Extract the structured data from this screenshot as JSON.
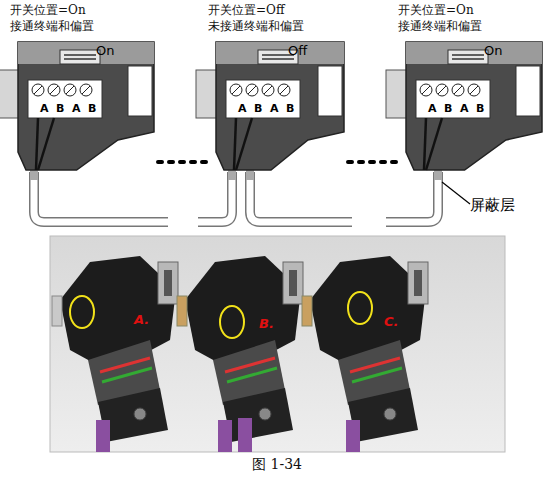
{
  "diagram": {
    "caption": "图 1-34",
    "nodes": [
      {
        "text": [
          "开关位置=On",
          "接通终端和偏置",
          "On"
        ]
      },
      {
        "text": [
          "开关位置=Off",
          "未接通终端和偏置",
          "Off"
        ]
      },
      {
        "text": [
          "开关位置=On",
          "接通终端和偏置",
          "On"
        ]
      }
    ],
    "edges": [
      {
        "from": 0,
        "to": 1,
        "arrow": "none"
      },
      {
        "from": 1,
        "to": 2,
        "arrow": "none"
      }
    ],
    "labels": [
      "A",
      "B",
      "A",
      "B",
      "A",
      "B",
      "A",
      "B",
      "A",
      "B",
      "A",
      "B",
      "屏蔽层",
      "A.",
      "B.",
      "C."
    ]
  }
}
